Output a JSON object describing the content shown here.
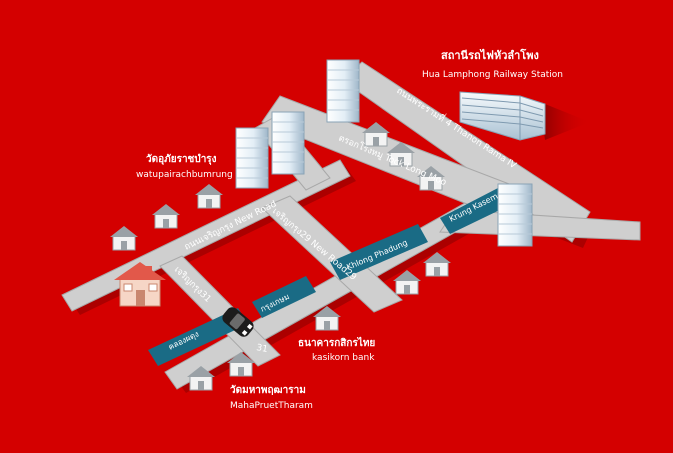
{
  "colors": {
    "background": "#d40000",
    "road": "#cfcfcf",
    "road_edge": "#a8a8a8",
    "canal": "#1a6b85",
    "building": "#eef6fb",
    "building_shade": "#9fb6c9",
    "house_roof": "#9aa1a6",
    "house_body": "#f3f3f3",
    "home_roof": "#e2584a",
    "home_body": "#f6d6c6",
    "text_light": "#ffffff"
  },
  "landmarks": {
    "station_th": "สถานีรถไฟหัวลำโพง",
    "station_en": "Hua Lamphong Railway Station",
    "temple1_th": "วัดอุภัยราชบำรุง",
    "temple1_en": "watupairachbumrung",
    "bank_th": "ธนาคารกสิกรไทย",
    "bank_en": "kasikorn bank",
    "temple2_th": "วัดมหาพฤฒาราม",
    "temple2_en": "MahaPruetTharam"
  },
  "roads": {
    "rama4": "ถนนพระรามที่ 4 Thanon Rama IV",
    "tock_long_moo": "ตรอกโรงหมู Tock Long Moo",
    "new_road": "ถนนเจริญกรุง New Road",
    "new_road29": "เจริญกรุง29  New Road29",
    "charoenkrung31": "เจริญกรุง31",
    "soi31": "31"
  },
  "canals": {
    "krung_kasem_top": "Krung Kasem",
    "khlong_phadung": "Khlong Phadung",
    "krung_kasem_th": "กรุงเกษม",
    "khlong_phadung_th": "คลองผดุง"
  },
  "icons": {
    "car": "car-icon",
    "house": "house-icon",
    "home": "home-destination-icon",
    "tower": "office-tower-icon",
    "station": "railway-station-icon"
  }
}
